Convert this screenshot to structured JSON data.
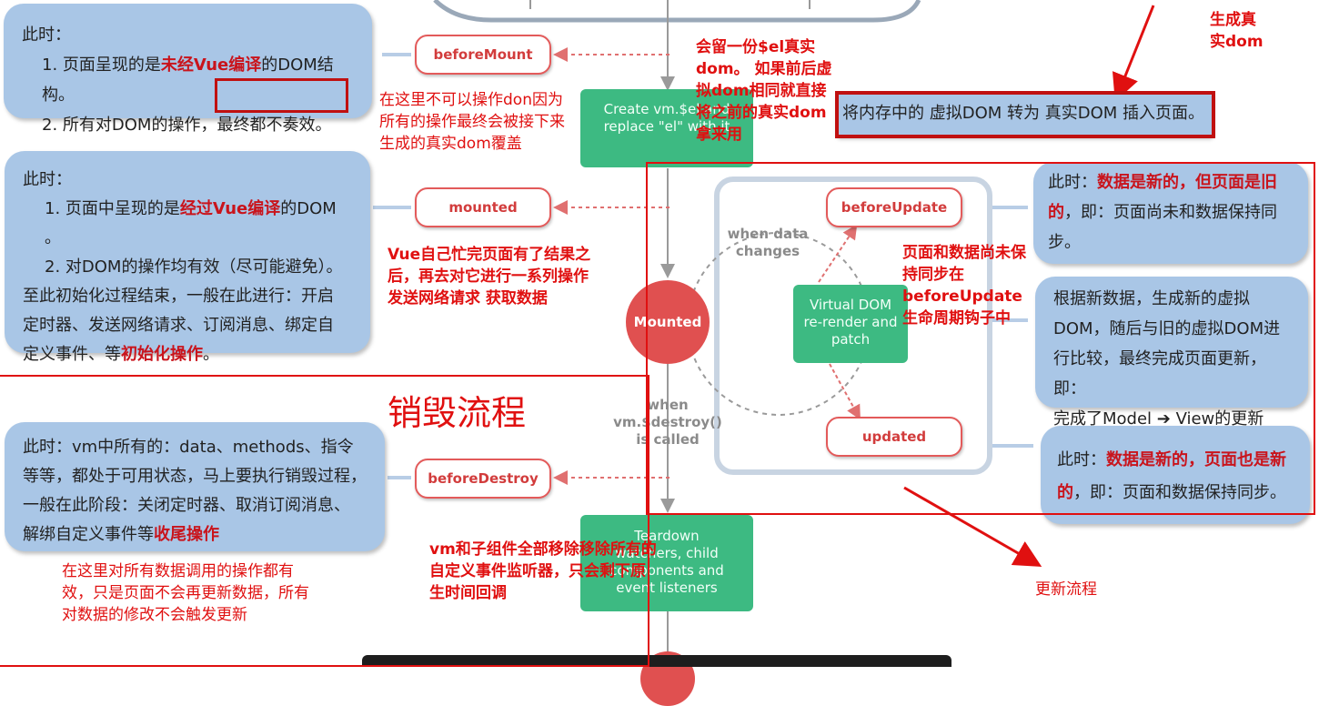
{
  "mount_box": {
    "title": "此时：",
    "line1_prefix": "1. 页面呈现的是",
    "line1_red": "未经Vue编译",
    "line1_suffix": "的DOM结构。",
    "line2_prefix": "2. 所有对DOM的操作，",
    "line2_boxed": "最终都不奏效。"
  },
  "mounted_box": {
    "title": "此时：",
    "line1_prefix": "1. 页面中呈现的是",
    "line1_red": "经过Vue编译",
    "line1_suffix": "的DOM 。",
    "line2": "2. 对DOM的操作均有效（尽可能避免）。",
    "line3": "至此初始化过程结束，一般在此进行：开启",
    "line4": "定时器、发送网络请求、订阅消息、绑定自",
    "line5_prefix": "定义事件、等",
    "line5_red": "初始化操作",
    "line5_suffix": "。"
  },
  "destroy_box": {
    "line1": "此时：vm中所有的：data、methods、指令",
    "line2": "等等，都处于可用状态，马上要执行销毁过程，",
    "line3": "一般在此阶段：关闭定时器、取消订阅消息、",
    "line4_prefix": "解绑自定义事件等",
    "line4_red": "收尾操作"
  },
  "before_update_box": {
    "prefix": "此时：",
    "red": "数据是新的，但页面是旧的",
    "suffix": "，即：页面尚未和数据保持同步。"
  },
  "patch_box": {
    "line1": "根据新数据，生成新的虚拟",
    "line2": "DOM，随后与旧的虚拟DOM进",
    "line3": "行比较，最终完成页面更新，即：",
    "line4": "完成了Model ➔ View的更新"
  },
  "updated_box": {
    "prefix": "此时：",
    "red": "数据是新的，页面也是新的",
    "suffix": "，即：页面和数据保持同步。"
  },
  "insert_box": "将内存中的 虚拟DOM 转为 真实DOM 插入页面。",
  "hooks": {
    "before_mount": "beforeMount",
    "mounted": "mounted",
    "before_destroy": "beforeDestroy",
    "before_update": "beforeUpdate",
    "updated": "updated"
  },
  "green": {
    "create_el": "Create vm.$el and replace \"el\" with it",
    "vdom": "Virtual DOM re-render and patch",
    "teardown": "Teardown watchers, child components and event listeners"
  },
  "circle_mounted": "Mounted",
  "gray": {
    "when_data_changes": "when data changes",
    "when_destroy": "when vm.$destroy() is called"
  },
  "notes": {
    "generate_real_dom": "生成真实dom",
    "keep_el": "会留一份$el真实dom。 如果前后虚拟dom相同就直接将之前的真实dom拿来用",
    "cannot_operate": "在这里不可以操作don因为所有的操作最终会被接下来生成的真实dom覆盖",
    "vue_done": "Vue自己忙完页面有了结果之后，再去对它进行一系列操作 发送网络请求 获取数据",
    "not_sync": "页面和数据尚未保持同步在beforeUpdate生命周期钩子中",
    "destroy_title": "销毁流程",
    "vm_remove": "vm和子组件全部移除移除所有的自定义事件监听器，只会剩下原生时间回调",
    "data_effective": "在这里对所有数据调用的操作都有效，只是页面不会再更新数据，所有对数据的修改不会触发更新",
    "update_flow": "更新流程"
  },
  "colors": {
    "blue_box": "#a9c6e6",
    "hook_border": "#e35a5a",
    "green": "#3dba82",
    "red_note": "#e01010",
    "circle": "#e05050"
  }
}
